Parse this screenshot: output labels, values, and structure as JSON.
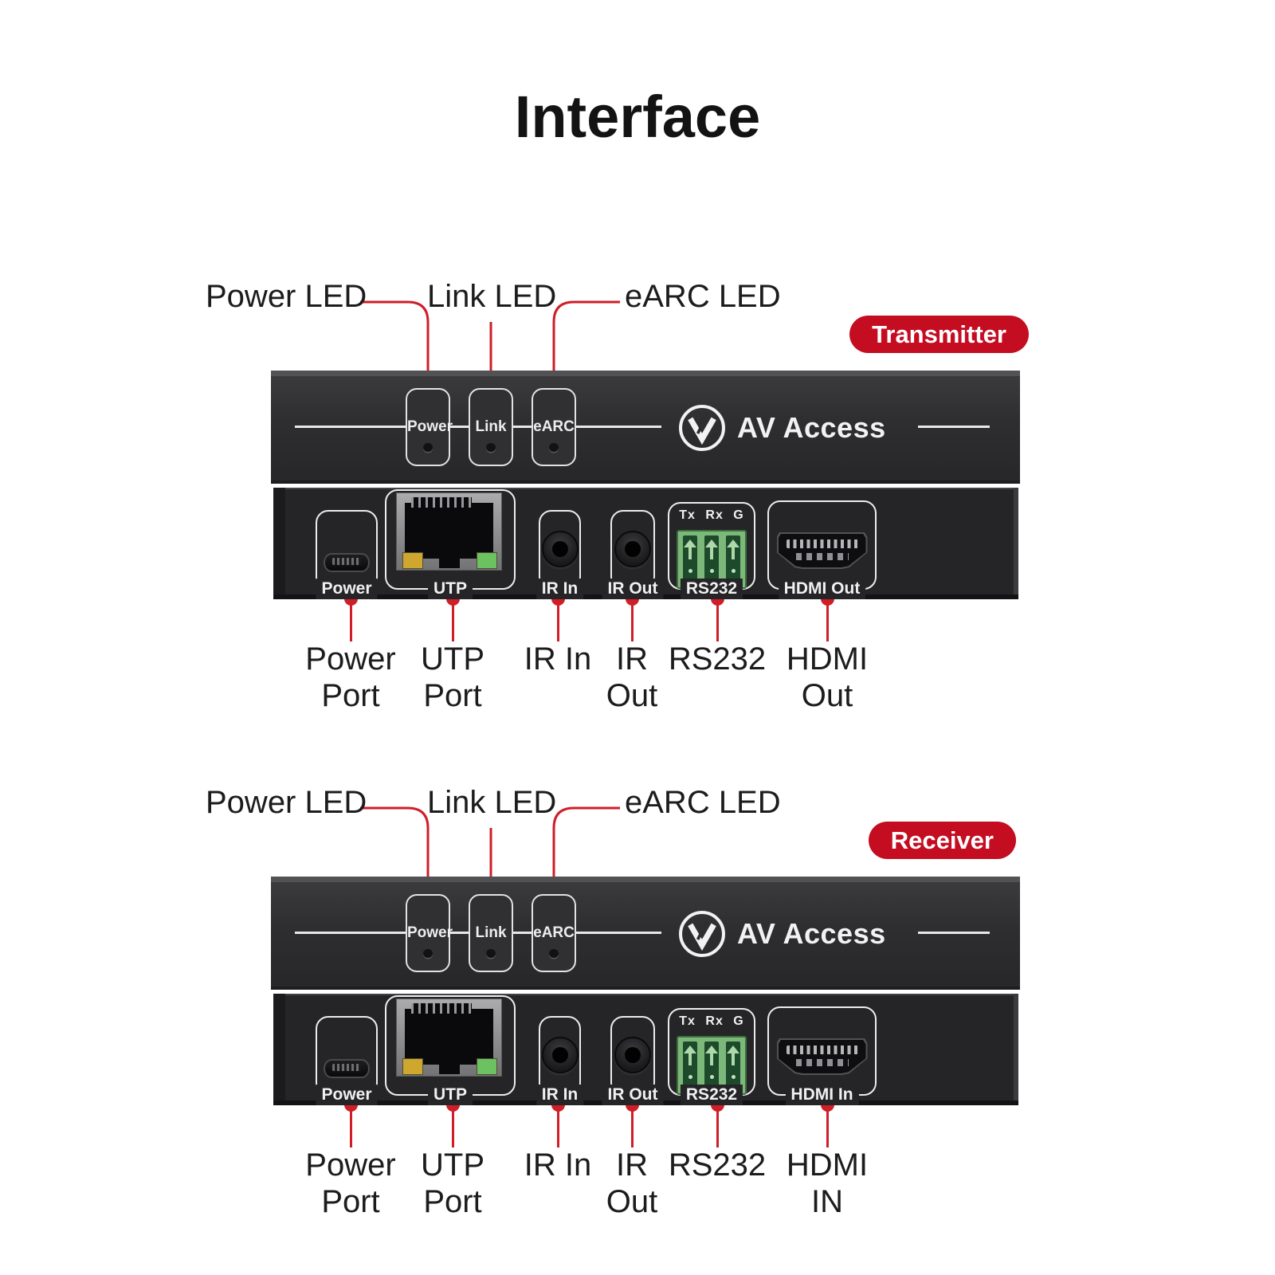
{
  "title": "Interface",
  "brand": {
    "logo_text": "AV Access"
  },
  "colors": {
    "accent_red": "#c40d21",
    "line_red": "#cf1e28",
    "panel_rear": "#252528",
    "led_yellow": "#cfa72e",
    "led_green": "#6cc161",
    "rs232_green": "#7cb87a",
    "rs232_green_dark": "#1d4a2a"
  },
  "units": [
    {
      "badge": "Transmitter",
      "led_callouts": [
        "Power LED",
        "Link LED",
        "eARC LED"
      ],
      "led_windows": [
        "Power",
        "Link",
        "eARC"
      ],
      "device_ports": {
        "power": "Power",
        "utp": "UTP",
        "ir_in": "IR In",
        "ir_out": "IR Out",
        "rs232": "RS232",
        "rs232_pins": "Tx Rx G",
        "hdmi": "HDMI Out"
      },
      "port_callouts": [
        {
          "l1": "Power",
          "l2": "Port"
        },
        {
          "l1": "UTP",
          "l2": "Port"
        },
        {
          "l1": "IR In",
          "l2": ""
        },
        {
          "l1": "IR",
          "l2": "Out"
        },
        {
          "l1": "RS232",
          "l2": ""
        },
        {
          "l1": "HDMI",
          "l2": "Out"
        }
      ]
    },
    {
      "badge": "Receiver",
      "led_callouts": [
        "Power LED",
        "Link LED",
        "eARC LED"
      ],
      "led_windows": [
        "Power",
        "Link",
        "eARC"
      ],
      "device_ports": {
        "power": "Power",
        "utp": "UTP",
        "ir_in": "IR In",
        "ir_out": "IR Out",
        "rs232": "RS232",
        "rs232_pins": "Tx Rx G",
        "hdmi": "HDMI In"
      },
      "port_callouts": [
        {
          "l1": "Power",
          "l2": "Port"
        },
        {
          "l1": "UTP",
          "l2": "Port"
        },
        {
          "l1": "IR In",
          "l2": ""
        },
        {
          "l1": "IR",
          "l2": "Out"
        },
        {
          "l1": "RS232",
          "l2": ""
        },
        {
          "l1": "HDMI",
          "l2": "IN"
        }
      ]
    }
  ]
}
